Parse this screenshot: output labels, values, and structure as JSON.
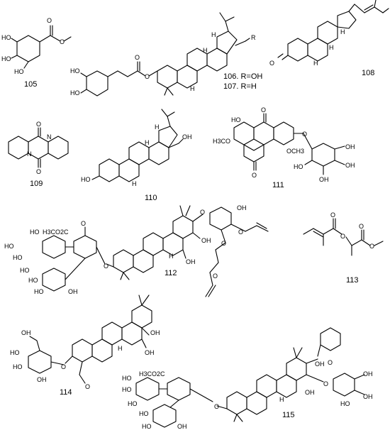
{
  "compounds": [
    {
      "id": "105",
      "label": "105"
    },
    {
      "id": "106_107",
      "label_a": "106. R=OH",
      "label_b": "107. R=H",
      "substituent": "R"
    },
    {
      "id": "108",
      "label": "108"
    },
    {
      "id": "109",
      "label": "109"
    },
    {
      "id": "110",
      "label": "110"
    },
    {
      "id": "111",
      "label": "111"
    },
    {
      "id": "112",
      "label": "112"
    },
    {
      "id": "113",
      "label": "113"
    },
    {
      "id": "114",
      "label": "114"
    },
    {
      "id": "115",
      "label": "115"
    }
  ],
  "atoms": {
    "HO": "HO",
    "OH": "OH",
    "O": "O",
    "H": "H",
    "N": "N",
    "OCH3": "OCH3",
    "H3CO": "H3CO",
    "H3CO2C": "H3CO2C",
    "HO_H3CO2C": "HO H3CO2C",
    "OH_HO": "OH"
  }
}
